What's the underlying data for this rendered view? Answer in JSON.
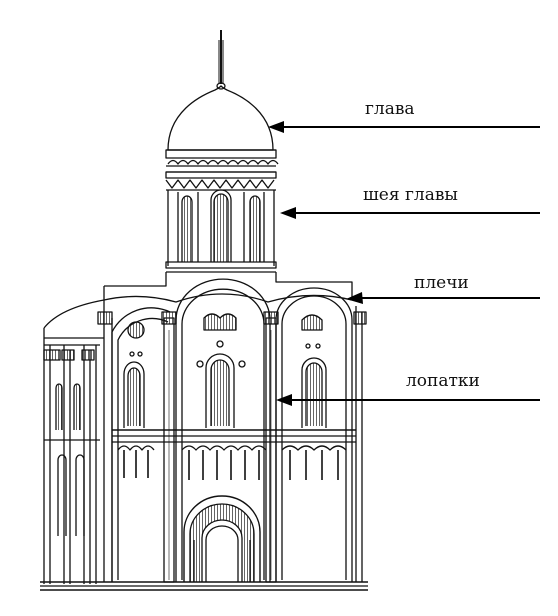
{
  "labels": [
    {
      "id": "glava",
      "text": "глава"
    },
    {
      "id": "sheya",
      "text": "шея главы"
    },
    {
      "id": "plechi",
      "text": "плечи"
    },
    {
      "id": "lopatki",
      "text": "лопатки"
    }
  ],
  "colors": {
    "ink": "#111111",
    "background": "#ffffff"
  }
}
